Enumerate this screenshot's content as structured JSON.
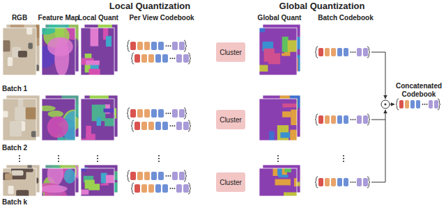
{
  "diagram": {
    "nodes": [
      {
        "text": [
          "Cluster"
        ]
      },
      {
        "text": [
          "Cluster"
        ]
      },
      {
        "text": [
          "Cluster"
        ]
      }
    ],
    "labels": [
      "Local Quantization",
      "Global Quantization",
      "RGB",
      "Feature Map",
      "Local Quant",
      "Per View Codebook",
      "Global Quant",
      "Batch Codebook",
      "Concatenated Codebook",
      "Batch 1",
      "Batch 2",
      "Batch k"
    ]
  }
}
